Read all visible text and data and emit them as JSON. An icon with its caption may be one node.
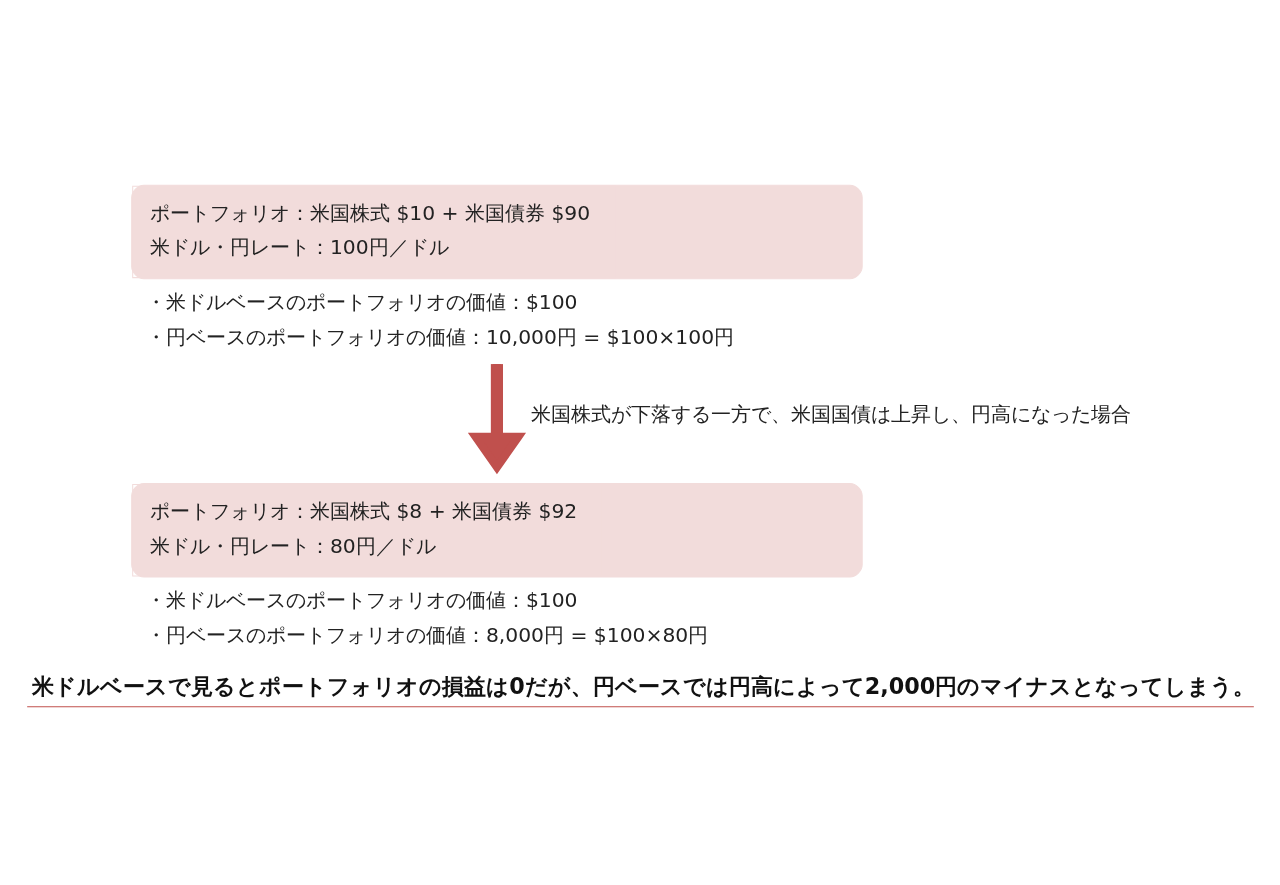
{
  "diagram": {
    "caption": "米ドルベースで見るとポートフォリオの損益は0だが、円ベースでは円高によって2,000円のマイナスとなってしまう。",
    "nodes": [
      {
        "text": [
          "ポートフォリオ：米国株式 $10 + 米国債券 $90",
          "米ドル・円レート：100円／ドル"
        ],
        "beside": [
          "・米ドルベースのポートフォリオの価値：$100",
          "・円ベースのポートフォリオの価値：10,000円 = $100×100円"
        ]
      },
      {
        "text": [
          "ポートフォリオ：米国株式 $8 + 米国債券 $92",
          "米ドル・円レート：80円／ドル"
        ],
        "beside": [
          "・米ドルベースのポートフォリオの価値：$100",
          "・円ベースのポートフォリオの価値：8,000円 = $100×80円"
        ]
      }
    ],
    "edges": [
      {
        "from": 0,
        "to": 1,
        "arrow": "to",
        "label": "米国株式が下落する一方で、米国国債は上昇し、円高になった場合",
        "color": "#c0504d"
      }
    ]
  }
}
